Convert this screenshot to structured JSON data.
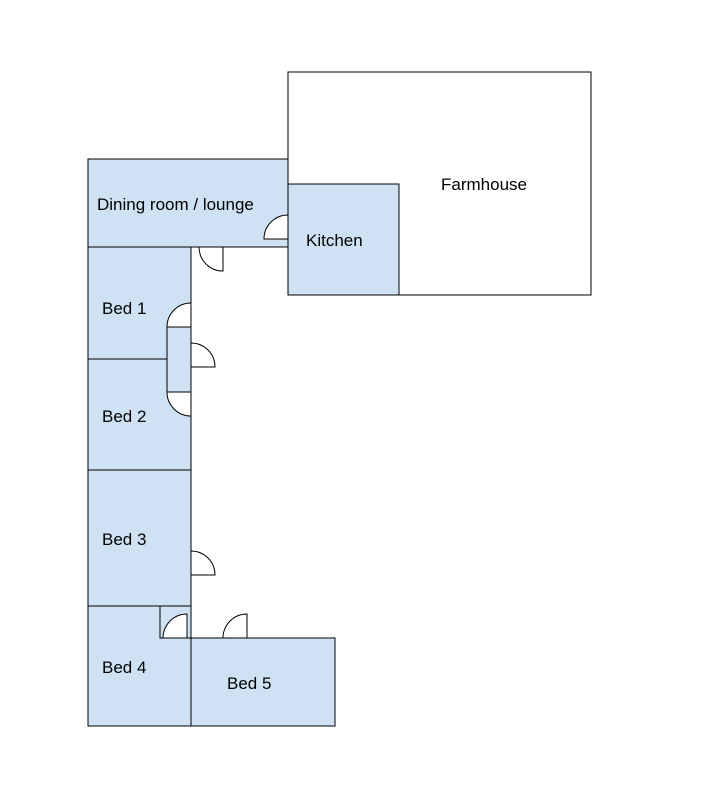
{
  "colors": {
    "room_fill": "#cfe2f3",
    "outline": "#000000",
    "background": "#ffffff"
  },
  "rooms": {
    "farmhouse": "Farmhouse",
    "kitchen": "Kitchen",
    "dining": "Dining room / lounge",
    "bed1": "Bed 1",
    "bed2": "Bed 2",
    "bed3": "Bed 3",
    "bed4": "Bed 4",
    "bed5": "Bed 5"
  }
}
